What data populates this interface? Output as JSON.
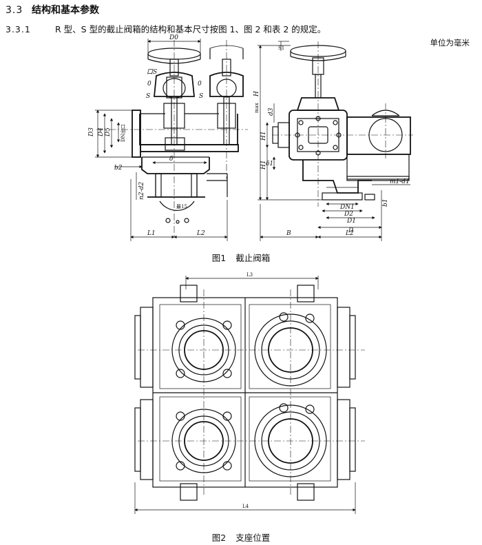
{
  "section": {
    "number": "3.3",
    "title": "结构和基本参数"
  },
  "clause": {
    "number": "3.3.1",
    "text": "R 型、S 型的截止阀箱的结构和基本尺寸按图 1、图 2 和表 2 的规定。"
  },
  "unit_note": "单位为毫米",
  "figure1": {
    "caption_number": "图1",
    "caption_text": "截止阀箱",
    "labels": {
      "d0": "D0",
      "mark_s": "口S",
      "o_left": "0",
      "o_right": "0",
      "s_left": "S",
      "s_right": "S",
      "d3": "D3",
      "d4": "D4",
      "d5": "D5",
      "dn_out": "DN出口",
      "delta": "δ",
      "b2": "b2",
      "n2d2": "n2-d2",
      "l1": "L1",
      "l2": "L2",
      "h": "H",
      "h_tag": "max",
      "s1": "S1",
      "d3_side": "d3",
      "h1": "H1",
      "h1_upper": "H1",
      "delta1": "δ1",
      "m1d1": "m1-d1",
      "b1": "b1",
      "dn1": "DN1",
      "d2": "D2",
      "d1": "D1",
      "d": "D",
      "b": "B",
      "l2_right": "L2",
      "mark_small": "最15"
    }
  },
  "figure2": {
    "caption_number": "图2",
    "caption_text": "支座位置",
    "labels": {
      "l3": "L3",
      "l4": "L4"
    }
  }
}
